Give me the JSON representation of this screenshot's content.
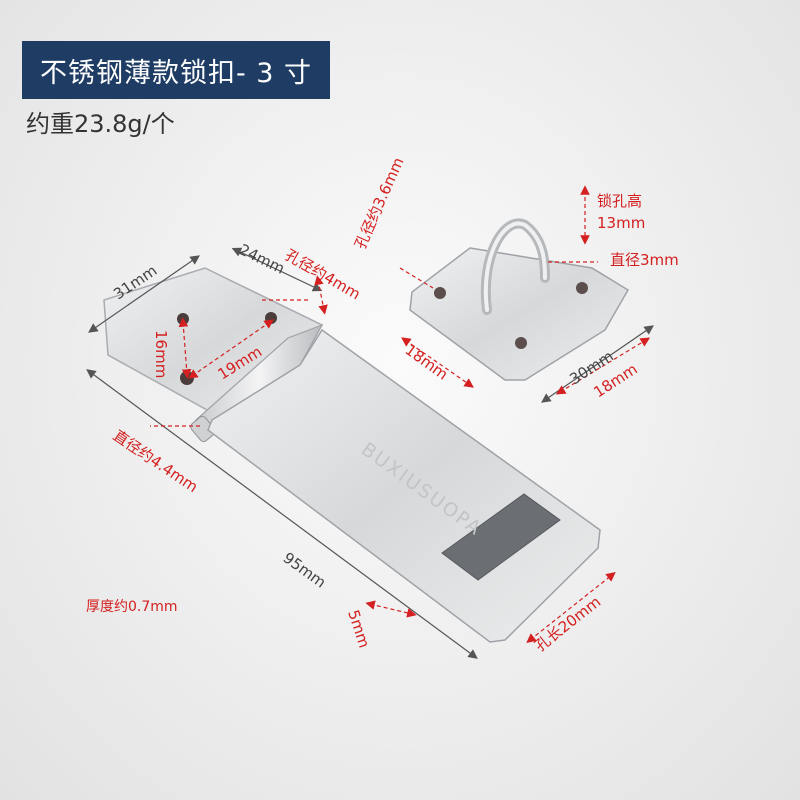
{
  "header": {
    "title": "不锈钢薄款锁扣- 3 寸",
    "weight": "约重23.8g/个"
  },
  "hasp": {
    "brand_stamp": "BUXIUSUOPA"
  },
  "dimensions": {
    "overall_length": "95mm",
    "hinge_width": "31mm",
    "hinge_length": "24mm",
    "mount_hole_diameter": "孔径约4mm",
    "hole_spacing_vertical": "16mm",
    "hole_spacing_horizontal": "19mm",
    "pin_diameter": "直径约4.4mm",
    "slot_margin": "5mm",
    "slot_length": "孔长20mm",
    "thickness": "厚度约0.7mm"
  },
  "staple": {
    "hole_diameter": "孔径约3.6mm",
    "lock_hole_height_label": "锁孔高",
    "lock_hole_height_value": "13mm",
    "loop_diameter": "直径3mm",
    "side_a": "18mm",
    "side_b_outer": "30mm",
    "side_b_inner": "18mm"
  },
  "colors": {
    "badge_bg": "#1f3d64",
    "callout_red": "#d42020",
    "callout_gray": "#555555",
    "steel_light": "#e6e7e8",
    "steel_dark": "#9fa2a6"
  }
}
